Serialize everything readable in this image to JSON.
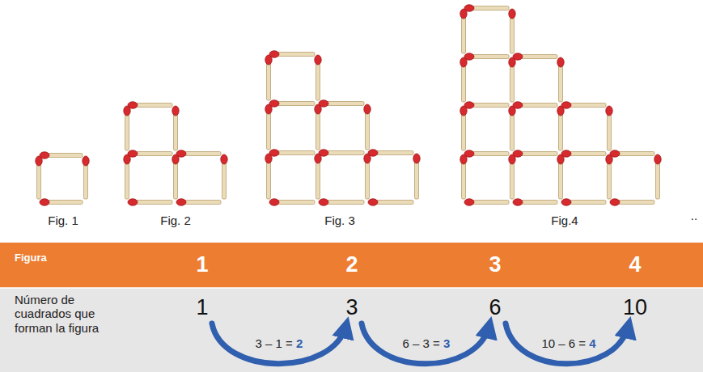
{
  "diagram": {
    "labels": [
      "Fig. 1",
      "Fig. 2",
      "Fig. 3",
      "Fig.4",
      "..",
      "Figura",
      "1",
      "2",
      "3",
      "4",
      "Número de cuadrados que forman la figura",
      "1",
      "3",
      "6",
      "10",
      "3 – 1 = 2",
      "6 – 3 = 3",
      "10 – 6 = 4"
    ]
  }
}
